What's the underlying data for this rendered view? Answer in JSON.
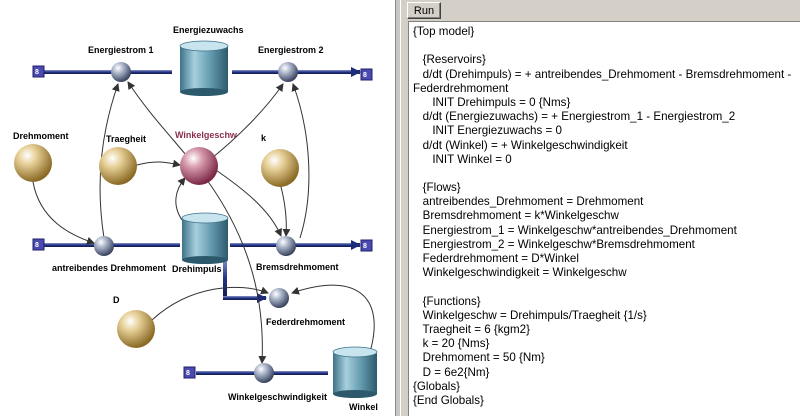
{
  "diagram": {
    "reservoirs": {
      "energiezuwachs": "Energiezuwachs",
      "drehimpuls": "Drehimpuls",
      "winkel": "Winkel"
    },
    "flows": {
      "energiestrom_1": "Energiestrom 1",
      "energiestrom_2": "Energiestrom 2",
      "antreibendes_drehmoment": "antreibendes Drehmoment",
      "bremsdrehmoment": "Bremsdrehmoment",
      "federdrehmoment": "Federdrehmoment",
      "winkelgeschwindigkeit": "Winkelgeschwindigkeit"
    },
    "auxiliaries": {
      "drehmoment": "Drehmoment",
      "traegheit": "Traegheit",
      "winkelgeschw": "Winkelgeschw",
      "k": "k",
      "d": "D"
    },
    "source_glyph": "8",
    "colors": {
      "pipe": "#2a3d8c",
      "source": "#4a4ab0",
      "reservoir": "#6ea3b8",
      "valve": "#7d8aa8",
      "aux": "#b8923a",
      "aux_selected": "#a8506e",
      "connector": "#333333"
    }
  },
  "editor": {
    "run_label": "Run",
    "lines": [
      "{Top model}",
      "",
      "   {Reservoirs}",
      "   d/dt (Drehimpuls) = + antreibendes_Drehmoment - Bremsdrehmoment - Federdrehmoment",
      "      INIT Drehimpuls = 0 {Nms}",
      "   d/dt (Energiezuwachs) = + Energiestrom_1 - Energiestrom_2",
      "      INIT Energiezuwachs = 0",
      "   d/dt (Winkel) = + Winkelgeschwindigkeit",
      "      INIT Winkel = 0",
      "",
      "   {Flows}",
      "   antreibendes_Drehmoment = Drehmoment",
      "   Bremsdrehmoment = k*Winkelgeschw",
      "   Energiestrom_1 = Winkelgeschw*antreibendes_Drehmoment",
      "   Energiestrom_2 = Winkelgeschw*Bremsdrehmoment",
      "   Federdrehmoment = D*Winkel",
      "   Winkelgeschwindigkeit = Winkelgeschw",
      "",
      "   {Functions}",
      "   Winkelgeschw = Drehimpuls/Traegheit {1/s}",
      "   Traegheit = 6 {kgm2}",
      "   k = 20 {Nms}",
      "   Drehmoment = 50 {Nm}",
      "   D = 6e2{Nm}",
      "{Globals}",
      "{End Globals}"
    ]
  }
}
